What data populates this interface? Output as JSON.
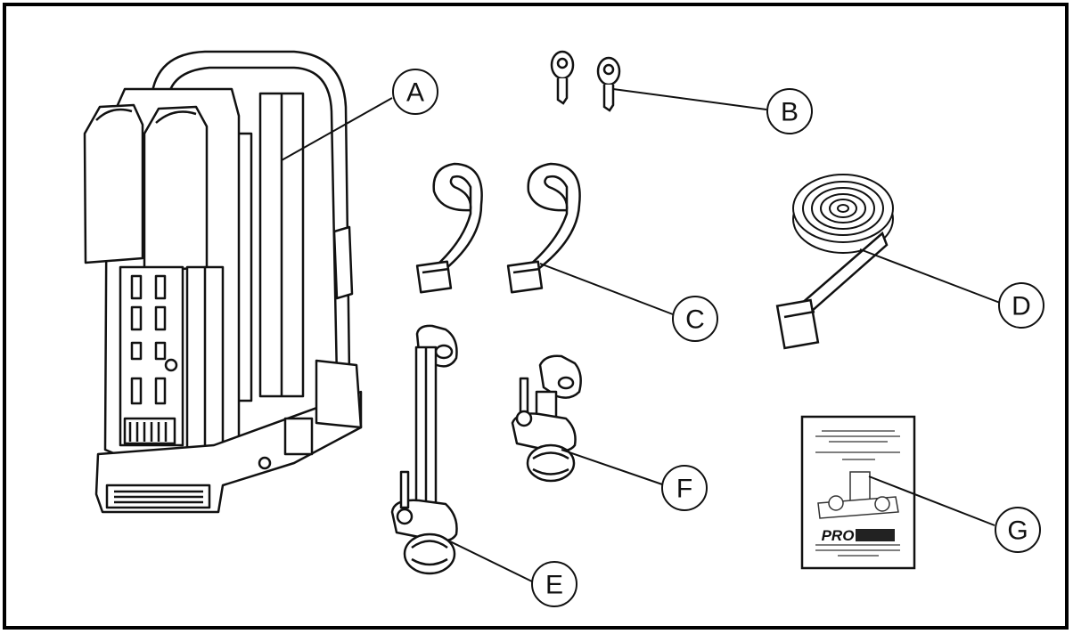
{
  "diagram": {
    "parts": [
      {
        "letter": "A",
        "name": "carrier-body"
      },
      {
        "letter": "B",
        "name": "keys"
      },
      {
        "letter": "C",
        "name": "straps-pair"
      },
      {
        "letter": "D",
        "name": "long-strap"
      },
      {
        "letter": "E",
        "name": "long-frame-holder"
      },
      {
        "letter": "F",
        "name": "short-frame-holder"
      },
      {
        "letter": "G",
        "name": "manual"
      }
    ],
    "manual_brand": "PRO",
    "colors": {
      "line": "#111111",
      "fill": "#ffffff",
      "border": "#000000"
    }
  }
}
